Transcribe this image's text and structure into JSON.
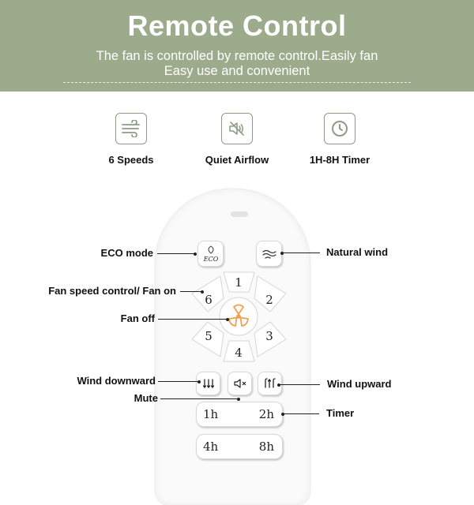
{
  "banner": {
    "title": "Remote Control",
    "subtitle_line1": "The fan  is controlled by remote control.Easily fan",
    "subtitle_line2": "Easy use and convenient"
  },
  "features": [
    {
      "icon": "wind-lines-icon",
      "label": "6 Speeds"
    },
    {
      "icon": "speaker-mute-icon",
      "label": "Quiet Airflow"
    },
    {
      "icon": "clock-icon",
      "label": "1H-8H Timer"
    }
  ],
  "remote": {
    "eco_text": "ECO",
    "speeds": [
      "1",
      "2",
      "3",
      "4",
      "5",
      "6"
    ],
    "timer_1h": "1h",
    "timer_2h": "2h",
    "timer_4h": "4h",
    "timer_8h": "8h"
  },
  "callouts": {
    "eco_mode": "ECO mode",
    "natural_wind": "Natural wind",
    "fan_speed": "Fan speed control/ Fan on",
    "fan_off": "Fan off",
    "wind_downward": "Wind downward",
    "mute": "Mute",
    "wind_upward": "Wind upward",
    "timer": "Timer"
  },
  "colors": {
    "banner_bg": "#9cab8b",
    "icon_border": "#8f9c84",
    "fan_icon": "#f0a050"
  }
}
